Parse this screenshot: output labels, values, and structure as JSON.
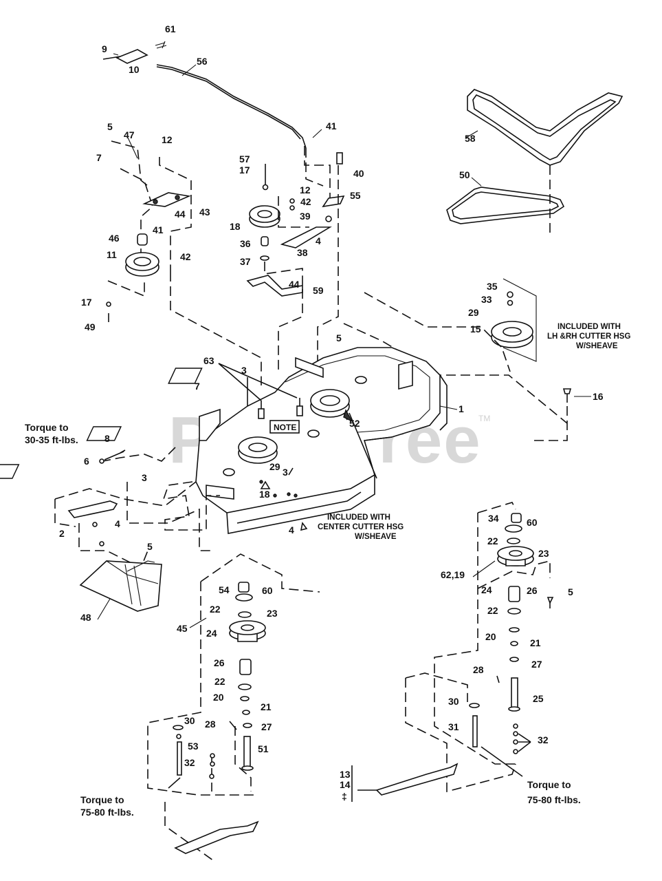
{
  "watermark": {
    "text": "PartsTree",
    "tm": "TM"
  },
  "note_box": "NOTE",
  "callouts": [
    {
      "id": "c61",
      "text": "61"
    },
    {
      "id": "c9",
      "text": "9"
    },
    {
      "id": "c10",
      "text": "10"
    },
    {
      "id": "c56",
      "text": "56"
    },
    {
      "id": "c41a",
      "text": "41"
    },
    {
      "id": "c5a",
      "text": "5"
    },
    {
      "id": "c47",
      "text": "47"
    },
    {
      "id": "c12a",
      "text": "12"
    },
    {
      "id": "c7a",
      "text": "7"
    },
    {
      "id": "c43",
      "text": "43"
    },
    {
      "id": "c44a",
      "text": "44"
    },
    {
      "id": "c41b",
      "text": "41"
    },
    {
      "id": "c46",
      "text": "46"
    },
    {
      "id": "c42a",
      "text": "42"
    },
    {
      "id": "c11",
      "text": "11"
    },
    {
      "id": "c17a",
      "text": "17"
    },
    {
      "id": "c49",
      "text": "49"
    },
    {
      "id": "c57",
      "text": "57"
    },
    {
      "id": "c17b",
      "text": "17"
    },
    {
      "id": "c18a",
      "text": "18"
    },
    {
      "id": "c36",
      "text": "36"
    },
    {
      "id": "c37",
      "text": "37"
    },
    {
      "id": "c40",
      "text": "40"
    },
    {
      "id": "c55",
      "text": "55"
    },
    {
      "id": "c12b",
      "text": "12"
    },
    {
      "id": "c42b",
      "text": "42"
    },
    {
      "id": "c39",
      "text": "39"
    },
    {
      "id": "c4a",
      "text": "4"
    },
    {
      "id": "c38",
      "text": "38"
    },
    {
      "id": "c44b",
      "text": "44"
    },
    {
      "id": "c59",
      "text": "59"
    },
    {
      "id": "c58",
      "text": "58"
    },
    {
      "id": "c50",
      "text": "50"
    },
    {
      "id": "c35",
      "text": "35"
    },
    {
      "id": "c33",
      "text": "33"
    },
    {
      "id": "c29a",
      "text": "29"
    },
    {
      "id": "c15",
      "text": "15"
    },
    {
      "id": "c5b",
      "text": "5"
    },
    {
      "id": "c63",
      "text": "63"
    },
    {
      "id": "c3a",
      "text": "3"
    },
    {
      "id": "c7b",
      "text": "7"
    },
    {
      "id": "c16a",
      "text": "16"
    },
    {
      "id": "c1",
      "text": "1"
    },
    {
      "id": "c52",
      "text": "52"
    },
    {
      "id": "c8",
      "text": "8"
    },
    {
      "id": "c6",
      "text": "6"
    },
    {
      "id": "c29b",
      "text": "29"
    },
    {
      "id": "c3b",
      "text": "3"
    },
    {
      "id": "c3c",
      "text": "3"
    },
    {
      "id": "c18b",
      "text": "18"
    },
    {
      "id": "c2",
      "text": "2"
    },
    {
      "id": "c4b",
      "text": "4"
    },
    {
      "id": "c4c",
      "text": "4"
    },
    {
      "id": "c5c",
      "text": "5"
    },
    {
      "id": "c48",
      "text": "48"
    },
    {
      "id": "c34",
      "text": "34"
    },
    {
      "id": "c60a",
      "text": "60"
    },
    {
      "id": "c22a",
      "text": "22"
    },
    {
      "id": "c23a",
      "text": "23"
    },
    {
      "id": "c6219",
      "text": "62,19"
    },
    {
      "id": "c24a",
      "text": "24"
    },
    {
      "id": "c26a",
      "text": "26"
    },
    {
      "id": "c5d",
      "text": "5"
    },
    {
      "id": "c22b",
      "text": "22"
    },
    {
      "id": "c20a",
      "text": "20"
    },
    {
      "id": "c21a",
      "text": "21"
    },
    {
      "id": "c27a",
      "text": "27"
    },
    {
      "id": "c28a",
      "text": "28"
    },
    {
      "id": "c25",
      "text": "25"
    },
    {
      "id": "c30a",
      "text": "30"
    },
    {
      "id": "c31",
      "text": "31"
    },
    {
      "id": "c32a",
      "text": "32"
    },
    {
      "id": "c54",
      "text": "54"
    },
    {
      "id": "c60b",
      "text": "60"
    },
    {
      "id": "c22c",
      "text": "22"
    },
    {
      "id": "c23b",
      "text": "23"
    },
    {
      "id": "c45",
      "text": "45"
    },
    {
      "id": "c24b",
      "text": "24"
    },
    {
      "id": "c26b",
      "text": "26"
    },
    {
      "id": "c22d",
      "text": "22"
    },
    {
      "id": "c20b",
      "text": "20"
    },
    {
      "id": "c21b",
      "text": "21"
    },
    {
      "id": "c27b",
      "text": "27"
    },
    {
      "id": "c30b",
      "text": "30"
    },
    {
      "id": "c28b",
      "text": "28"
    },
    {
      "id": "c53",
      "text": "53"
    },
    {
      "id": "c51",
      "text": "51"
    },
    {
      "id": "c32b",
      "text": "32"
    },
    {
      "id": "c13",
      "text": "13"
    },
    {
      "id": "c14",
      "text": "14"
    },
    {
      "id": "cdd",
      "text": "‡"
    }
  ],
  "notes": {
    "torque_top_1": "Torque to",
    "torque_top_2": "30-35 ft-lbs.",
    "torque_bl_1": "Torque to",
    "torque_bl_2": "75-80 ft-lbs.",
    "torque_br_1": "Torque to",
    "torque_br_2": "75-80 ft-lbs.",
    "lhrh_1": "INCLUDED WITH",
    "lhrh_2": "LH &RH CUTTER HSG",
    "lhrh_3": "W/SHEAVE",
    "center_1": "INCLUDED WITH",
    "center_2": "CENTER CUTTER HSG",
    "center_3": "W/SHEAVE"
  }
}
